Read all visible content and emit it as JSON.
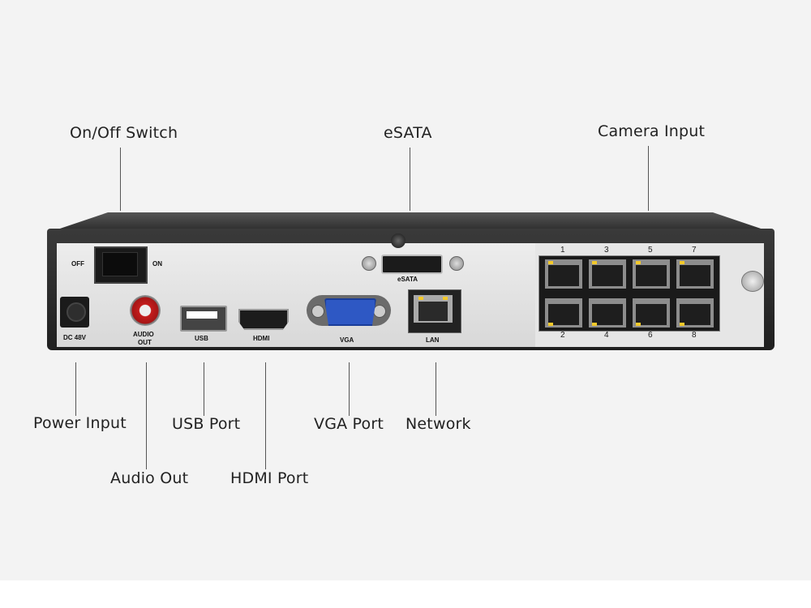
{
  "callouts": {
    "on_off_switch": "On/Off Switch",
    "esata": "eSATA",
    "camera_input": "Camera Input",
    "power_input": "Power Input",
    "audio_out": "Audio Out",
    "usb_port": "USB Port",
    "hdmi_port": "HDMI Port",
    "vga_port": "VGA Port",
    "network": "Network"
  },
  "panel_labels": {
    "off": "OFF",
    "on": "ON",
    "dc": "DC 48V",
    "audio": "AUDIO",
    "out": "OUT",
    "usb": "USB",
    "hdmi": "HDMI",
    "vga": "VGA",
    "lan": "LAN",
    "esata": "eSATA"
  },
  "poe_port_numbers": {
    "top": [
      "1",
      "3",
      "5",
      "7"
    ],
    "bottom": [
      "2",
      "4",
      "6",
      "8"
    ]
  },
  "colors": {
    "background": "#f3f3f3",
    "chassis": "#222222",
    "vga_blue": "#2e58c4",
    "audio_red": "#c41c1c",
    "led_yellow": "#f3c92b"
  }
}
